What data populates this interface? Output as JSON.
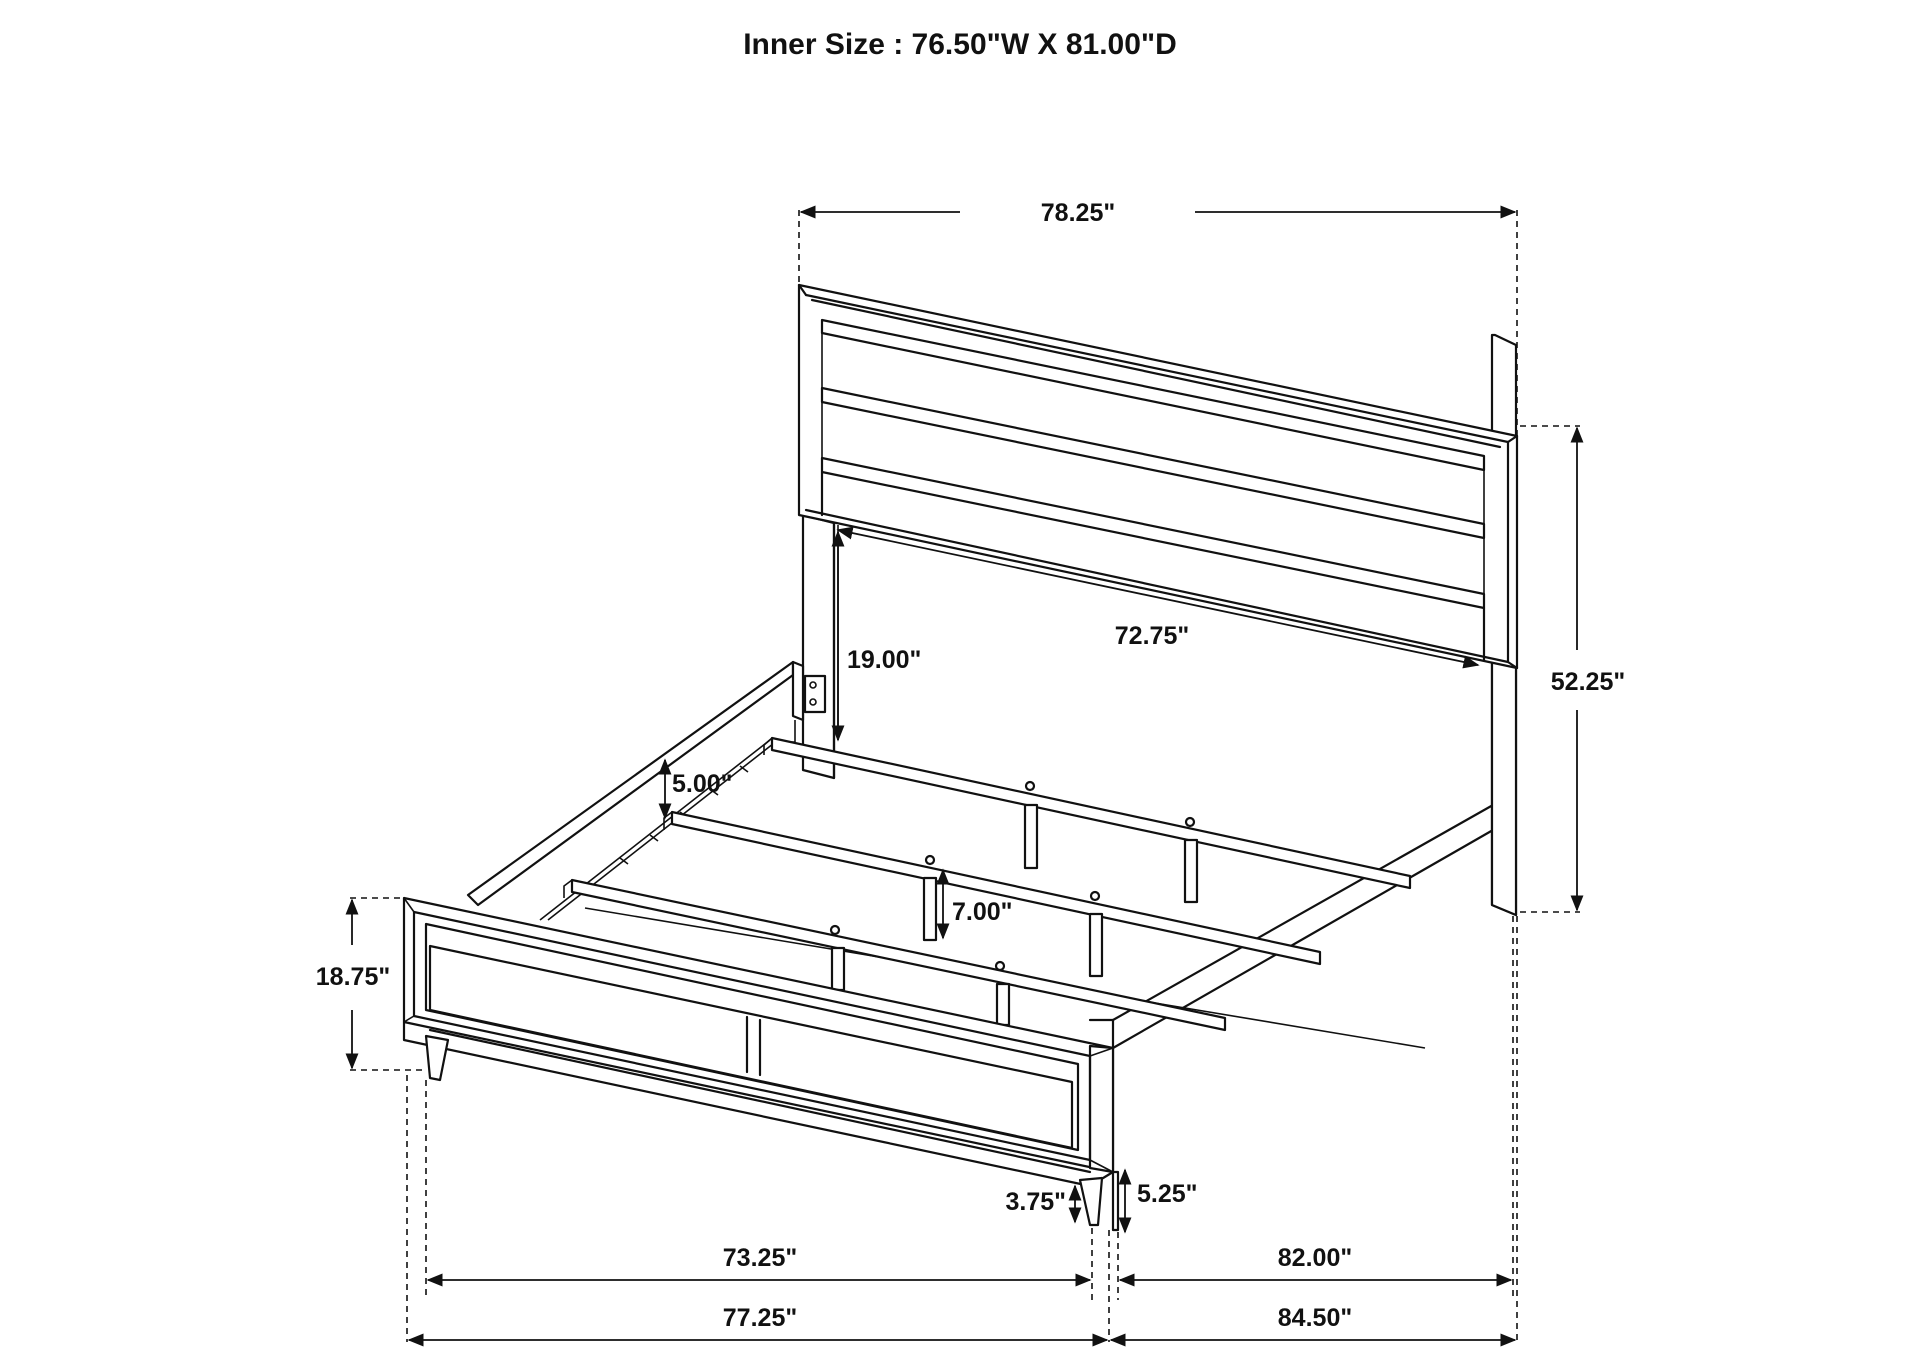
{
  "title": "Inner Size : 76.50\"W X 81.00\"D",
  "dimensions": {
    "headboard_width": "78.25\"",
    "headboard_inner_width": "72.75\"",
    "headboard_height": "52.25\"",
    "leg_clearance": "19.00\"",
    "slat_drop": "5.00\"",
    "support_leg_height": "7.00\"",
    "footboard_height": "18.75\"",
    "foot_leg_height": "3.75\"",
    "side_rail_leg_height": "5.25\"",
    "footboard_inner_width": "73.25\"",
    "footboard_overall_width": "77.25\"",
    "rail_length": "82.00\"",
    "overall_length": "84.50\""
  },
  "colors": {
    "line": "#111111",
    "background": "#ffffff"
  }
}
